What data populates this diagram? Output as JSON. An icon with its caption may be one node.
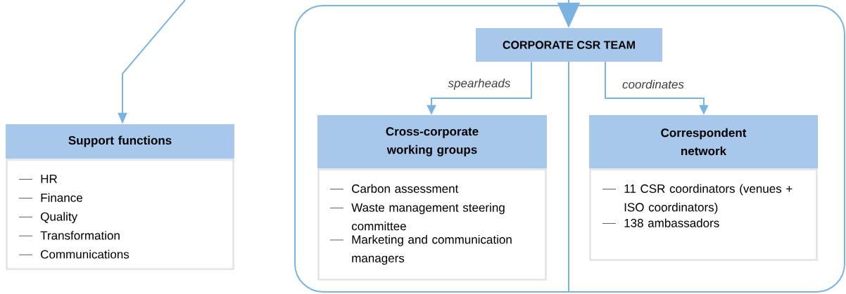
{
  "diagram": {
    "nodes": [
      {
        "text": [],
        "shape": "box"
      },
      {
        "text": [
          "Support functions",
          "HR",
          "Finance",
          "Quality",
          "Transformation",
          "Communications"
        ]
      },
      {
        "text": [
          "CORPORATE CSR TEAM"
        ],
        "in": 0
      },
      {
        "text": [
          "Cross-corporate working groups",
          "Carbon assessment",
          "Waste management steering committee",
          "Marketing and communication managers"
        ],
        "in": 0
      },
      {
        "text": [
          "Correspondent network",
          "11 CSR coordinators (venues + ISO coordinators)",
          "138 ambassadors"
        ],
        "in": 0
      }
    ],
    "edges": [
      {
        "from": null,
        "to": 1,
        "arrow": "to"
      },
      {
        "from": null,
        "to": 2,
        "arrow": "to"
      },
      {
        "from": 2,
        "to": 3,
        "arrow": "to",
        "label": "spearheads"
      },
      {
        "from": 2,
        "to": 4,
        "arrow": "to",
        "label": "coordinates"
      }
    ]
  }
}
